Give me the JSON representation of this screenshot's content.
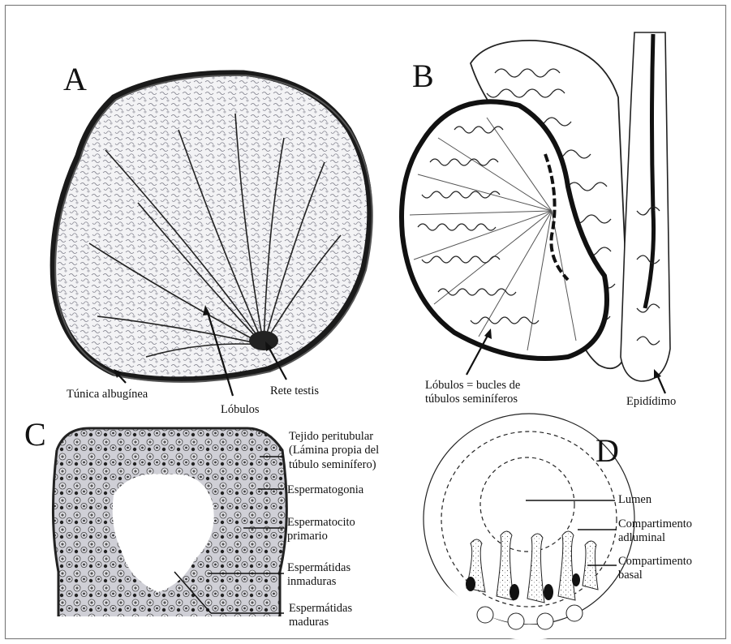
{
  "panels": {
    "A": {
      "letter": "A",
      "labels": {
        "tunica": "Túnica albugínea",
        "lobulos": "Lóbulos",
        "rete": "Rete testis"
      }
    },
    "B": {
      "letter": "B",
      "labels": {
        "lobulos_line1": "Lóbulos = bucles de",
        "lobulos_line2": "túbulos seminíferos",
        "epididimo": "Epidídimo"
      }
    },
    "C": {
      "letter": "C",
      "labels": {
        "peritubular_line1": "Tejido peritubular",
        "peritubular_line2": "(Lámina propia del",
        "peritubular_line3": "túbulo seminífero)",
        "espermatogonia": "Espermatogonia",
        "espermatocito_line1": "Espermatocito",
        "espermatocito_line2": "primario",
        "inmaduras_line1": "Espermátidas",
        "inmaduras_line2": "inmaduras",
        "maduras_line1": "Espermátidas",
        "maduras_line2": "maduras"
      }
    },
    "D": {
      "letter": "D",
      "labels": {
        "lumen": "Lumen",
        "adluminal_line1": "Compartimento",
        "adluminal_line2": "adluminal",
        "basal_line1": "Compartimento",
        "basal_line2": "basal"
      }
    }
  },
  "colors": {
    "ink": "#1a1a1a",
    "frame": "#7f7f7f",
    "tissue_light": "#e9e9ec",
    "tissue_mid": "#b9b9c2"
  }
}
